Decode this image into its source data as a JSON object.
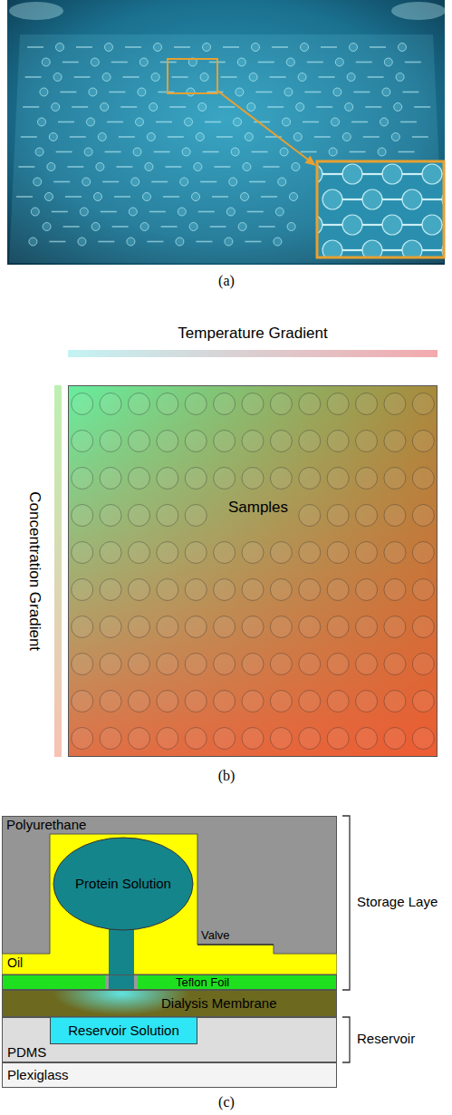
{
  "diagram": {
    "nodes": [
      {
        "text": [
          "Samples"
        ]
      },
      {
        "text": [
          "Polyurethane"
        ]
      },
      {
        "text": [
          "Oil"
        ],
        "in": 1
      },
      {
        "text": [
          "Protein Solution"
        ],
        "in": 2
      },
      {
        "text": [
          "Teflon Foil"
        ]
      },
      {
        "text": [
          "Dialysis Membrane"
        ]
      },
      {
        "text": [
          "PDMS"
        ]
      },
      {
        "text": [
          "Reservoir Solution"
        ],
        "in": 6
      },
      {
        "text": [
          "Plexiglass"
        ]
      }
    ],
    "labels": [
      "(a)",
      "Temperature Gradient",
      "Concentration Gradient",
      "(b)",
      "Valve",
      "Storage Laye",
      "Reservoir",
      "(c)"
    ]
  }
}
